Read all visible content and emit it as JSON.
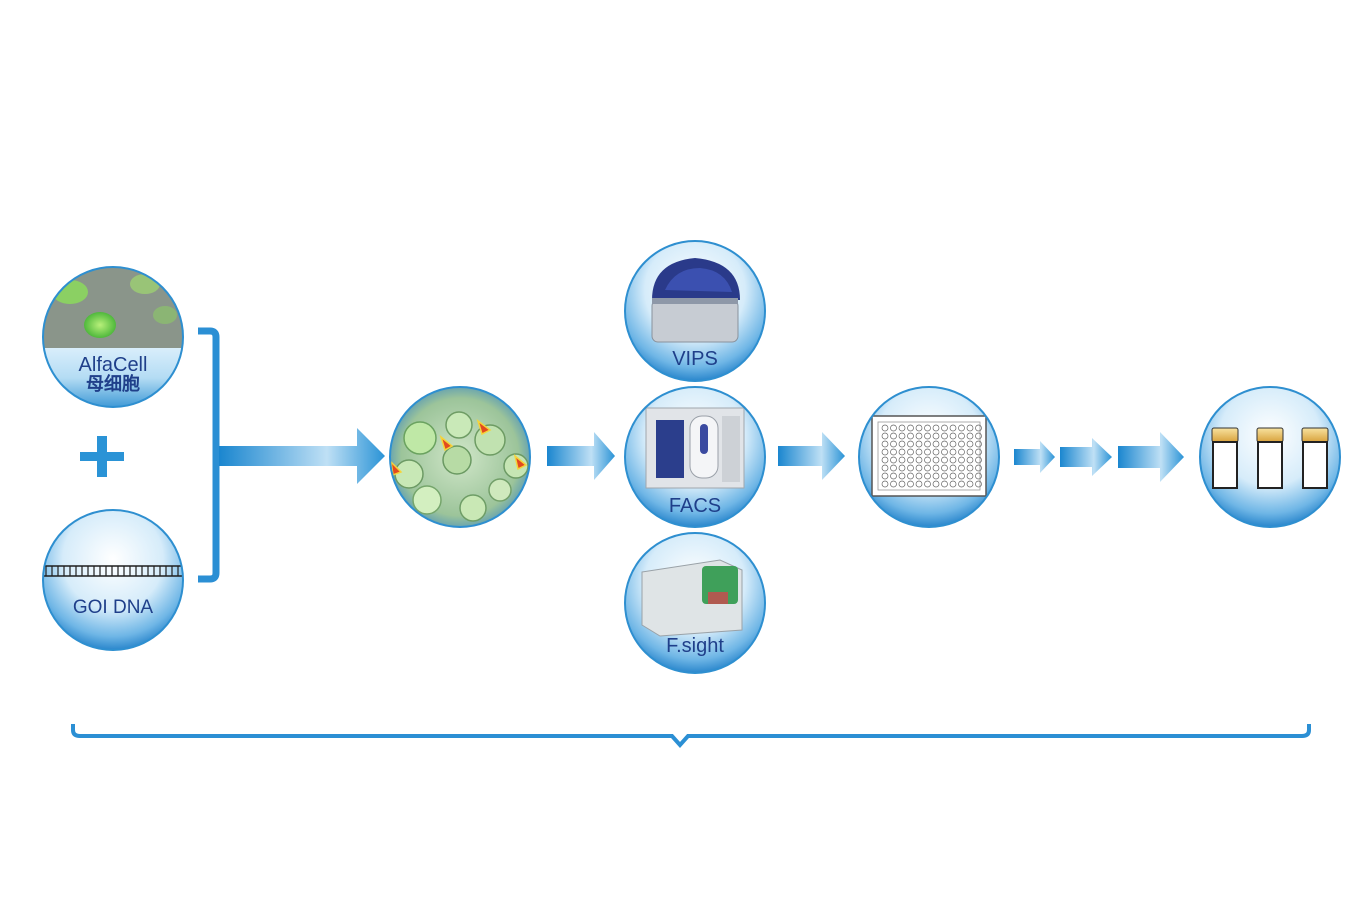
{
  "nodes": {
    "alfacell": {
      "title": "AlfaCell",
      "subtitle": "母细胞"
    },
    "goi_dna": {
      "label": "GOI DNA"
    },
    "vips": {
      "label": "VIPS"
    },
    "facs": {
      "label": "FACS"
    },
    "fsight": {
      "label": "F.sight"
    }
  },
  "symbols": {
    "plus": "+"
  },
  "colors": {
    "label_text": "#1f3f8a",
    "arrow_dark": "#1a86cf",
    "arrow_light": "#e6f4fc",
    "bracket": "#2b8fd4",
    "circle_rim": "#2e8fd0"
  }
}
